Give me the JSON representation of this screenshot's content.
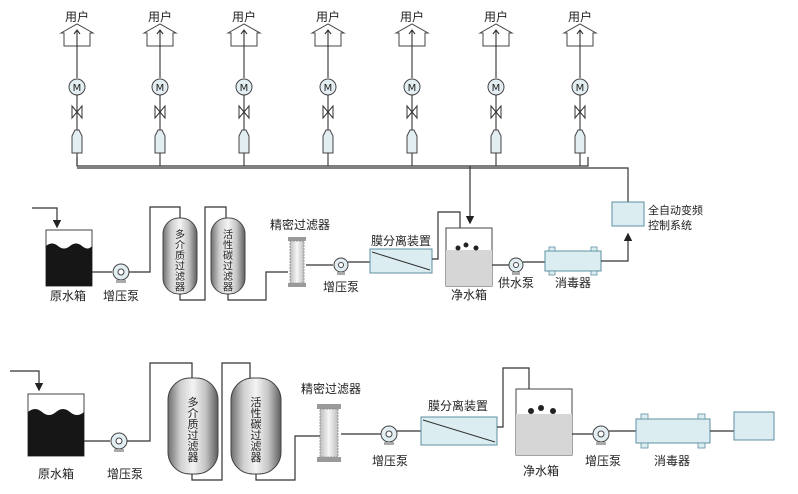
{
  "users": {
    "label": "用户",
    "meter_symbol": "M",
    "count": 7
  },
  "system1": {
    "raw_tank": "原水箱",
    "booster_pump": "增压泵",
    "multimedia_filter": [
      "多",
      "介",
      "质",
      "过",
      "滤",
      "器"
    ],
    "carbon_filter": [
      "活",
      "性",
      "碳",
      "过",
      "滤",
      "器"
    ],
    "precision_filter": "精密过滤器",
    "booster_pump_2": "增压泵",
    "membrane": "膜分离装置",
    "clean_tank": "净水箱",
    "supply_pump": "供水泵",
    "sterilizer": "消毒器",
    "control_line1": "全自动变频",
    "control_line2": "控制系统"
  },
  "system2": {
    "raw_tank": "原水箱",
    "booster_pump": "增压泵",
    "multimedia_filter": [
      "多",
      "介",
      "质",
      "过",
      "滤",
      "器"
    ],
    "carbon_filter": [
      "活",
      "性",
      "碳",
      "过",
      "滤",
      "器"
    ],
    "precision_filter": "精密过滤器",
    "booster_pump_2": "增压泵",
    "membrane": "膜分离装置",
    "clean_tank": "净水箱",
    "booster_pump_3": "增压泵",
    "sterilizer": "消毒器"
  },
  "colors": {
    "tank_dark": "#161616",
    "tank_light": "#d6d6d6",
    "blue_fill": "#dcedf2",
    "blue_stroke": "#5d8fa0",
    "pump_fill": "#e2eef2"
  }
}
